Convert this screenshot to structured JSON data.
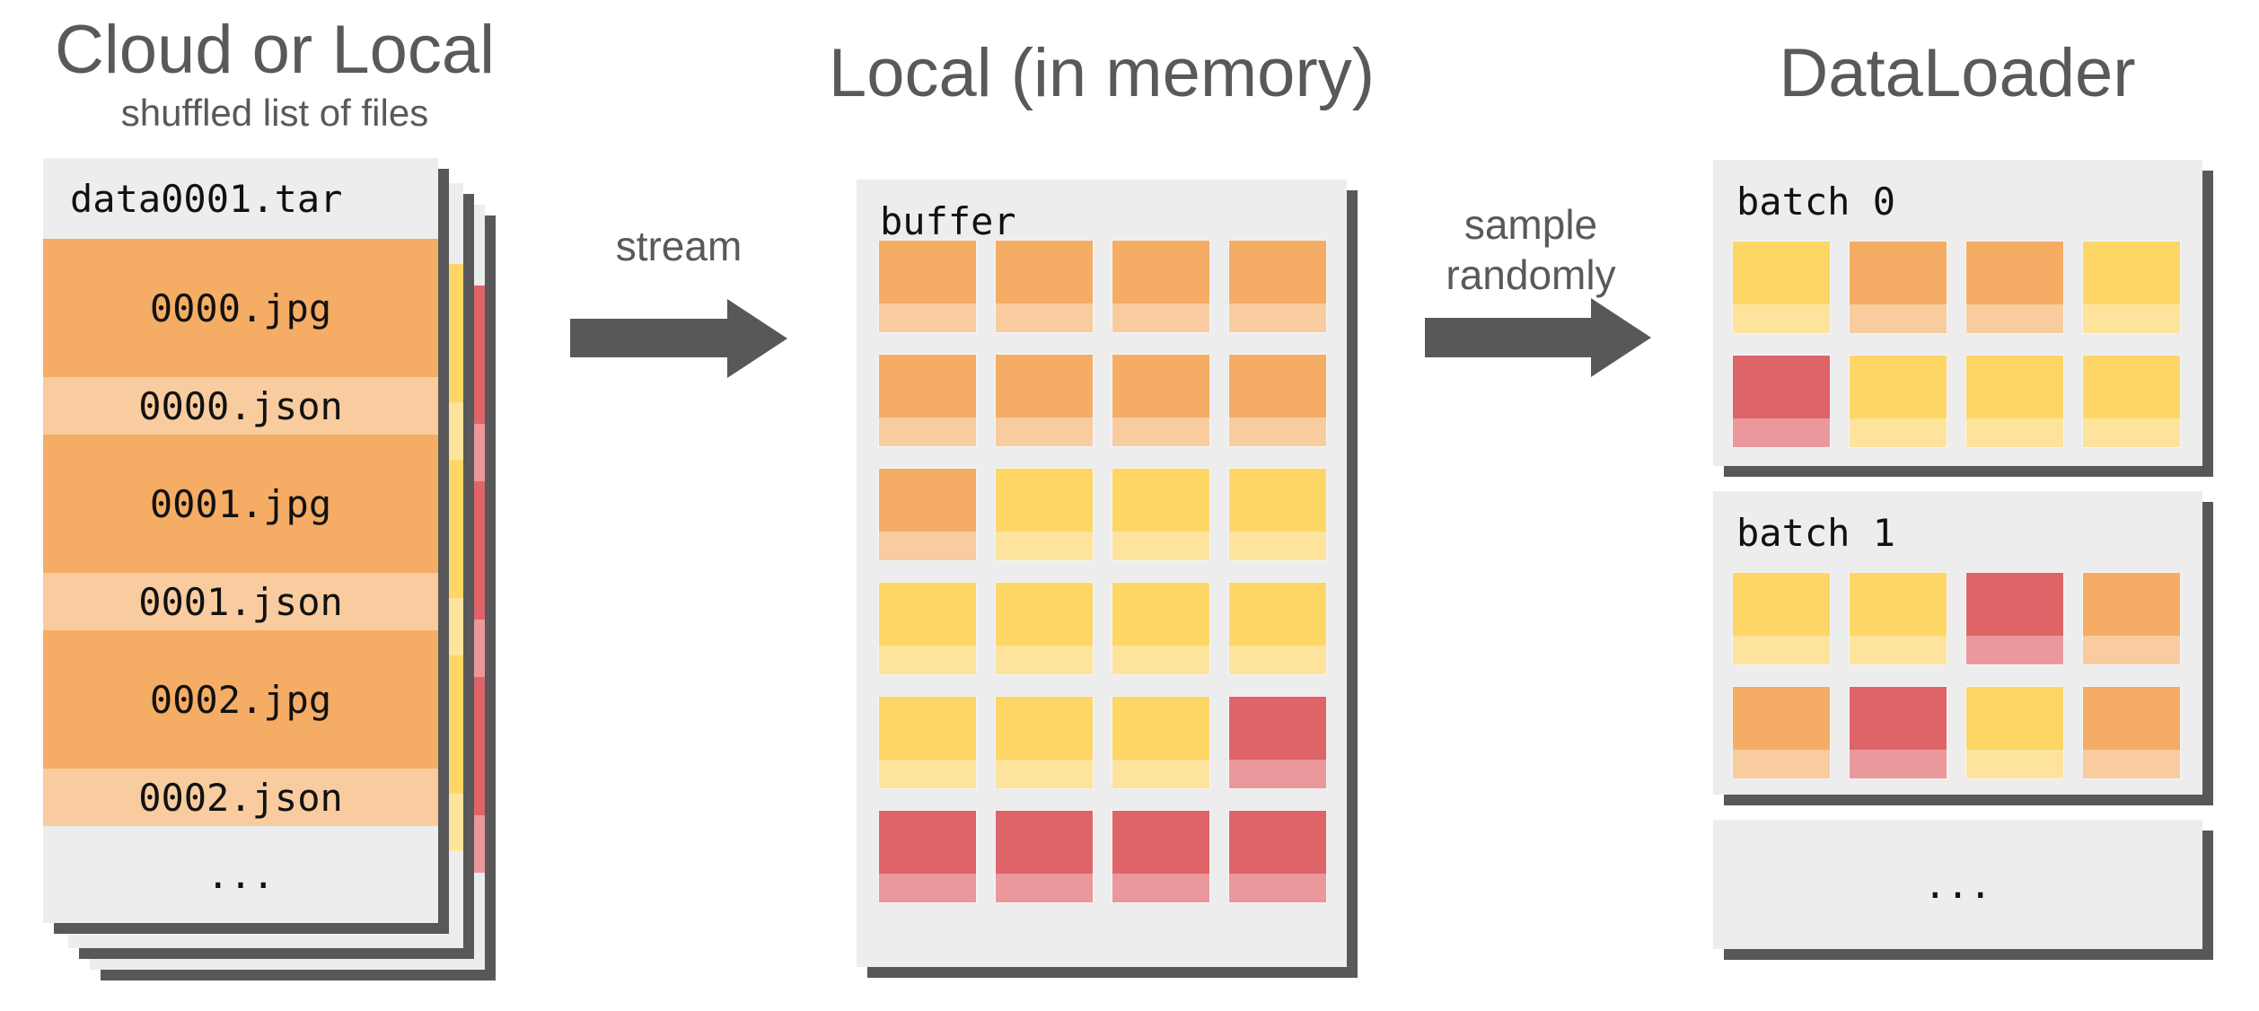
{
  "colors": {
    "orange": "#f5ac64",
    "orange-light": "#f8cc9e",
    "yellow": "#fdd666",
    "yellow-light": "#fee39d",
    "red": "#df6468",
    "red-light": "#ea989c",
    "card-bg": "#ededed",
    "dark": "#58585a",
    "title-text": "#595959",
    "mono-text": "#111111"
  },
  "left_panel": {
    "title": "Cloud or Local",
    "subtitle": "shuffled list of files",
    "tar_card": {
      "header": "data0001.tar",
      "files": [
        {
          "name": "0000.jpg",
          "kind": "jpg"
        },
        {
          "name": "0000.json",
          "kind": "json"
        },
        {
          "name": "0001.jpg",
          "kind": "jpg"
        },
        {
          "name": "0001.json",
          "kind": "json"
        },
        {
          "name": "0002.jpg",
          "kind": "jpg"
        },
        {
          "name": "0002.json",
          "kind": "json"
        }
      ],
      "footer": "..."
    },
    "stacked_cards_behind": [
      "yellow",
      "red"
    ]
  },
  "stream_arrow": {
    "label": "stream"
  },
  "middle_panel": {
    "title": "Local (in memory)",
    "buffer_card": {
      "label": "buffer",
      "grid": [
        [
          "orange",
          "orange",
          "orange",
          "orange"
        ],
        [
          "orange",
          "orange",
          "orange",
          "orange"
        ],
        [
          "orange",
          "yellow",
          "yellow",
          "yellow"
        ],
        [
          "yellow",
          "yellow",
          "yellow",
          "yellow"
        ],
        [
          "yellow",
          "yellow",
          "yellow",
          "red"
        ],
        [
          "red",
          "red",
          "red",
          "red"
        ]
      ]
    }
  },
  "sample_arrow": {
    "label_line1": "sample",
    "label_line2": "randomly"
  },
  "right_panel": {
    "title": "DataLoader",
    "batches": [
      {
        "label": "batch 0",
        "grid": [
          [
            "yellow",
            "orange",
            "orange",
            "yellow"
          ],
          [
            "red",
            "yellow",
            "yellow",
            "yellow"
          ]
        ]
      },
      {
        "label": "batch 1",
        "grid": [
          [
            "yellow",
            "yellow",
            "red",
            "orange"
          ],
          [
            "orange",
            "red",
            "yellow",
            "orange"
          ]
        ]
      }
    ],
    "more_card": {
      "label": "..."
    }
  }
}
